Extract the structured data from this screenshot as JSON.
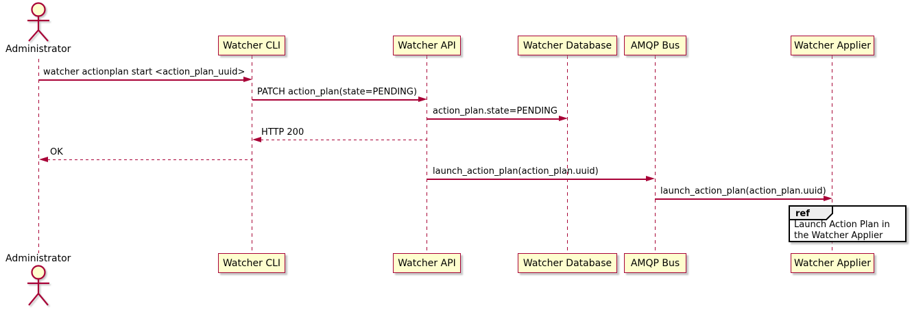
{
  "actor": {
    "name": "Administrator"
  },
  "participants": [
    {
      "name": "Watcher CLI"
    },
    {
      "name": "Watcher API"
    },
    {
      "name": "Watcher Database"
    },
    {
      "name": "AMQP Bus"
    },
    {
      "name": "Watcher Applier"
    }
  ],
  "messages": [
    {
      "label": "watcher actionplan start <action_plan_uuid>",
      "from": "Administrator",
      "to": "Watcher CLI",
      "style": "solid"
    },
    {
      "label": "PATCH action_plan(state=PENDING)",
      "from": "Watcher CLI",
      "to": "Watcher API",
      "style": "solid"
    },
    {
      "label": "action_plan.state=PENDING",
      "from": "Watcher API",
      "to": "Watcher Database",
      "style": "solid"
    },
    {
      "label": "HTTP 200",
      "from": "Watcher API",
      "to": "Watcher CLI",
      "style": "dashed"
    },
    {
      "label": "OK",
      "from": "Watcher CLI",
      "to": "Administrator",
      "style": "dashed"
    },
    {
      "label": "launch_action_plan(action_plan.uuid)",
      "from": "Watcher API",
      "to": "AMQP Bus",
      "style": "solid"
    },
    {
      "label": "launch_action_plan(action_plan.uuid)",
      "from": "AMQP Bus",
      "to": "Watcher Applier",
      "style": "solid"
    }
  ],
  "ref": {
    "keyword": "ref",
    "text": "Launch Action Plan in the Watcher Applier"
  },
  "colors": {
    "accent": "#A80036",
    "participant_fill": "#FEFECE",
    "ref_tab_fill": "#EEEEEE",
    "background": "#FFFFFF",
    "text": "#000000"
  }
}
